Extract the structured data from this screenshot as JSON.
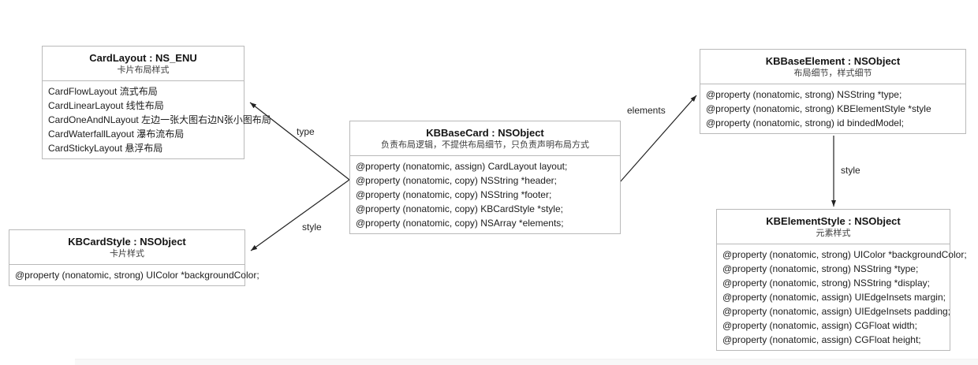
{
  "diagram": {
    "boxes": {
      "card_layout": {
        "title": "CardLayout : NS_ENU",
        "subtitle": "卡片布局样式",
        "lines": [
          "CardFlowLayout 流式布局",
          "CardLinearLayout 线性布局",
          "CardOneAndNLayout 左边一张大图右边N张小图布局",
          "CardWaterfallLayout 瀑布流布局",
          "CardStickyLayout 悬浮布局"
        ]
      },
      "kb_base_card": {
        "title": "KBBaseCard : NSObject",
        "subtitle": "负责布局逻辑，不提供布局细节，只负责声明布局方式",
        "lines": [
          "@property (nonatomic, assign) CardLayout layout;",
          "@property (nonatomic, copy) NSString *header;",
          "@property (nonatomic, copy) NSString *footer;",
          "@property (nonatomic, copy) KBCardStyle *style;",
          "@property (nonatomic, copy) NSArray *elements;"
        ]
      },
      "kb_card_style": {
        "title": "KBCardStyle : NSObject",
        "subtitle": "卡片样式",
        "lines": [
          "@property (nonatomic, strong) UIColor *backgroundColor;"
        ]
      },
      "kb_base_element": {
        "title": "KBBaseElement : NSObject",
        "subtitle": "布局细节，样式细节",
        "lines": [
          "@property (nonatomic, strong) NSString *type;",
          "@property (nonatomic, strong) KBElementStyle *style",
          "@property (nonatomic, strong) id bindedModel;"
        ]
      },
      "kb_element_style": {
        "title": "KBElementStyle : NSObject",
        "subtitle": "元素样式",
        "lines": [
          "@property (nonatomic, strong) UIColor *backgroundColor;",
          "@property (nonatomic, strong) NSString *type;",
          "@property (nonatomic, strong) NSString *display;",
          "@property (nonatomic, assign) UIEdgeInsets margin;",
          "@property (nonatomic, assign) UIEdgeInsets padding;",
          "@property (nonatomic, assign) CGFloat width;",
          "@property (nonatomic, assign) CGFloat height;"
        ]
      }
    },
    "edges": {
      "type_label": "type",
      "style_left_label": "style",
      "elements_label": "elements",
      "style_right_label": "style"
    },
    "colors": {
      "box_border": "#b9b9b9",
      "arrow": "#222222",
      "background": "#ffffff"
    }
  }
}
